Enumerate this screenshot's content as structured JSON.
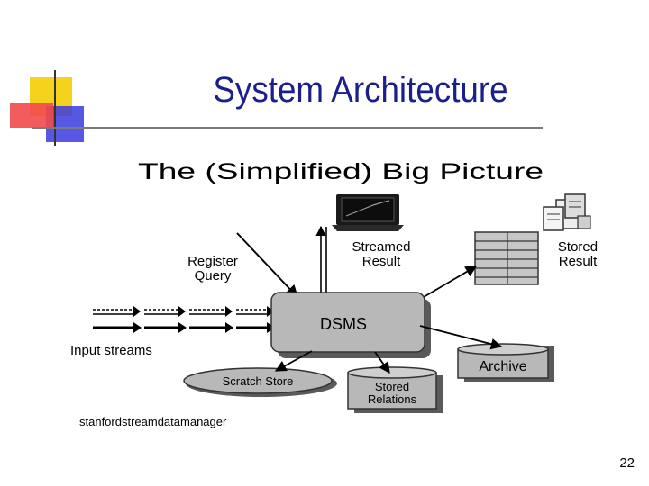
{
  "slide": {
    "title": "System Architecture",
    "page_number": "22"
  },
  "diagram": {
    "heading": "The (Simplified) Big Picture",
    "labels": {
      "register_query": [
        "Register",
        "Query"
      ],
      "streamed_result": [
        "Streamed",
        "Result"
      ],
      "stored_result": [
        "Stored",
        "Result"
      ],
      "dsms": "DSMS",
      "input_streams": "Input streams",
      "archive": "Archive",
      "scratch_store": "Scratch Store",
      "stored_relations": [
        "Stored",
        "Relations"
      ],
      "credit": "stanfordstreamdatamanager"
    }
  },
  "colors": {
    "title": "#1a1f8c",
    "deco_yellow": "#f5d21c",
    "deco_red": "#f24a4a",
    "deco_blue": "#3a3ae0",
    "box_fill": "#b8b8b8",
    "shadow": "#5a5a5a"
  }
}
